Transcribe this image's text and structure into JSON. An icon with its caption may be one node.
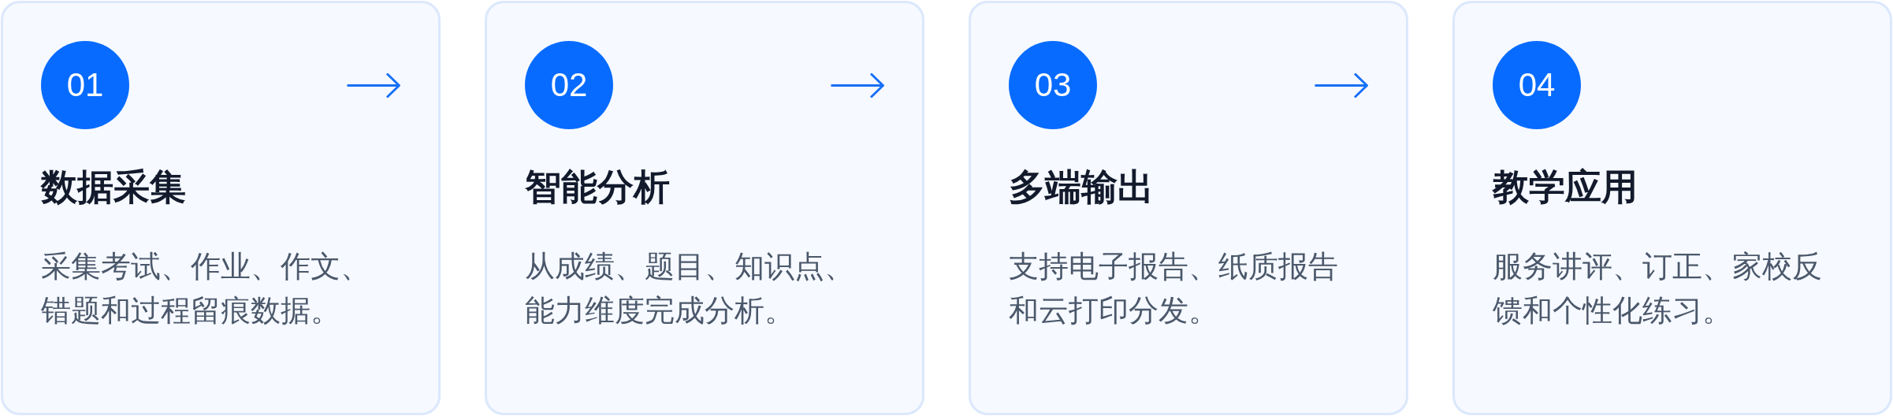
{
  "diagram": {
    "nodes": [
      {
        "text": [
          "数据采集",
          "采集考试、作业、作文、错题和过程留痕数据。"
        ]
      },
      {
        "text": [
          "01"
        ],
        "in": 0
      },
      {
        "text": [
          "智能分析",
          "从成绩、题目、知识点、能力维度完成分析。"
        ]
      },
      {
        "text": [
          "02"
        ],
        "in": 2
      },
      {
        "text": [
          "多端输出",
          "支持电子报告、纸质报告和云打印分发。"
        ]
      },
      {
        "text": [
          "03"
        ],
        "in": 4
      },
      {
        "text": [
          "教学应用",
          "服务讲评、订正、家校反馈和个性化练习。"
        ]
      },
      {
        "text": [
          "04"
        ],
        "in": 6
      }
    ]
  }
}
